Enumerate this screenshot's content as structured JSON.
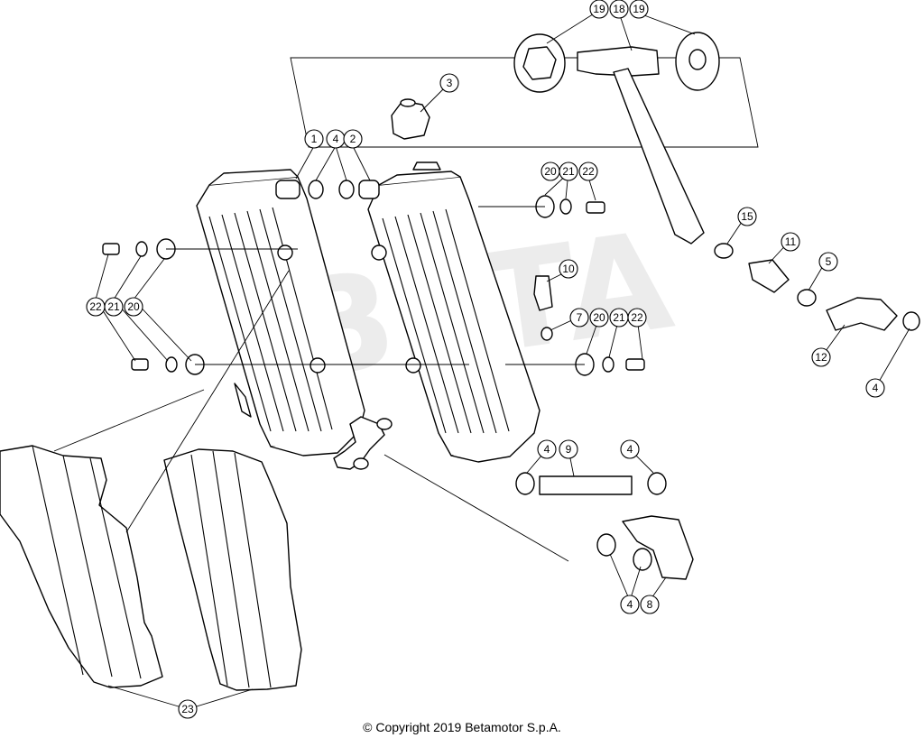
{
  "callouts": {
    "c1": "1",
    "c2": "2",
    "c3": "3",
    "c4a": "4",
    "c4b": "4",
    "c4c": "4",
    "c4d": "4",
    "c4e": "4",
    "c5": "5",
    "c7": "7",
    "c8": "8",
    "c9": "9",
    "c10": "10",
    "c11": "11",
    "c12": "12",
    "c15": "15",
    "c18": "18",
    "c19a": "19",
    "c19b": "19",
    "c20a": "20",
    "c20b": "20",
    "c20c": "20",
    "c21a": "21",
    "c21b": "21",
    "c21c": "21",
    "c22a": "22",
    "c22b": "22",
    "c22c": "22",
    "c23": "23"
  },
  "watermark": "BETA",
  "footer": {
    "copyright": "© Copyright 2019 Betamotor S.p.A."
  }
}
